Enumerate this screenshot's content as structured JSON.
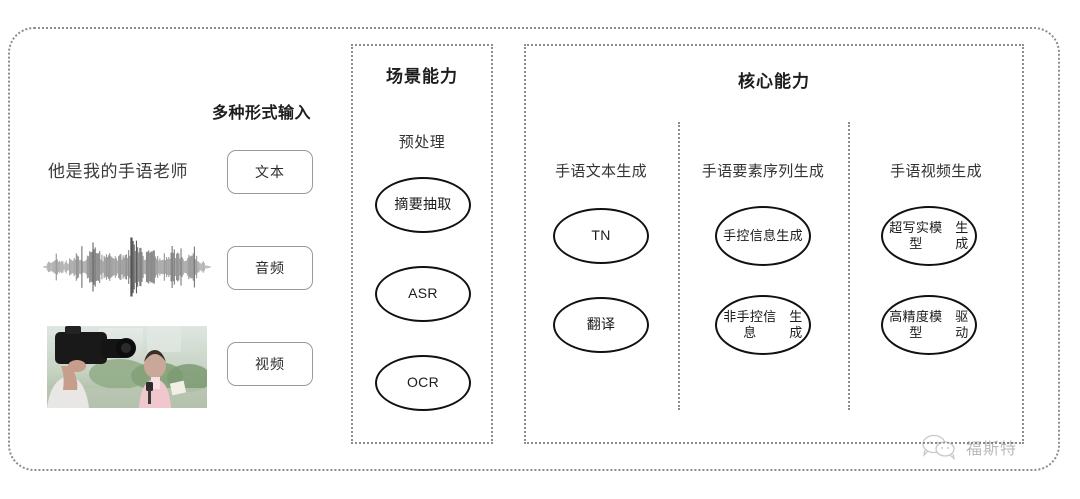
{
  "diagram": {
    "left_panel": {
      "heading": "多种形式输入",
      "sample_text": "他是我的手语老师",
      "modalities": [
        {
          "label": "文本",
          "media": "text-sample"
        },
        {
          "label": "音频",
          "media": "audio-waveform"
        },
        {
          "label": "视频",
          "media": "video-thumbnail"
        }
      ]
    },
    "scene_panel": {
      "title": "场景能力",
      "subtitle": "预处理",
      "nodes": [
        "摘要抽取",
        "ASR",
        "OCR"
      ]
    },
    "core_panel": {
      "title": "核心能力",
      "columns": [
        {
          "head": "手语文本生成",
          "nodes": [
            "TN",
            "翻译"
          ]
        },
        {
          "head": "手语要素序列生成",
          "nodes": [
            "手控信息\n生成",
            "非手控信息\n生成"
          ]
        },
        {
          "head": "手语视频生成",
          "nodes": [
            "超写实模型\n生成",
            "高精度模型\n驱动"
          ]
        }
      ]
    },
    "watermark": {
      "label": "福斯特",
      "icon": "wechat-icon"
    },
    "colors": {
      "border_dotted": "#8d8d8d",
      "node_stroke": "#111111",
      "pill_stroke": "#9a9a9a",
      "text": "#2b2b2b",
      "background": "#ffffff"
    }
  }
}
